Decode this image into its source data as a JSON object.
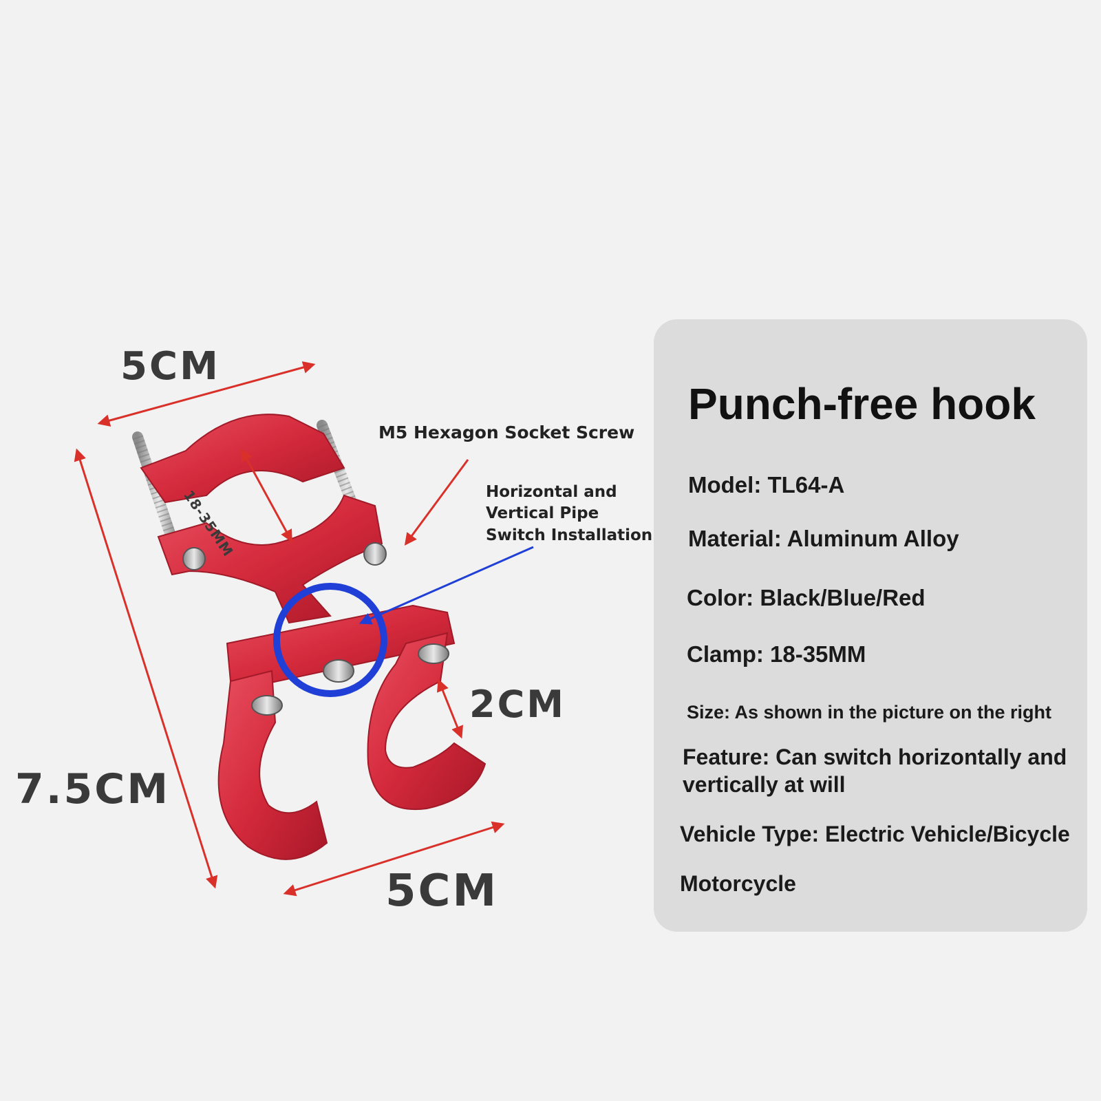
{
  "diagram": {
    "dimensions": {
      "top_width": "5CM",
      "bottom_width": "5CM",
      "height": "7.5CM",
      "hook_gap": "2CM",
      "clamp_range": "18-35MM"
    },
    "callouts": {
      "screw": "M5 Hexagon Socket Screw",
      "switch_line1": "Horizontal and",
      "switch_line2": "Vertical Pipe",
      "switch_line3": "Switch Installation"
    },
    "colors": {
      "product": "#d42a3c",
      "dimension_arrow": "#d9302a",
      "highlight_circle": "#1f3fd6"
    }
  },
  "spec_card": {
    "title": "Punch-free hook",
    "lines": [
      "Model: TL64-A",
      "Material: Aluminum Alloy",
      "Color: Black/Blue/Red",
      "Clamp: 18-35MM",
      "Size: As shown in the picture on the right",
      "Feature: Can switch horizontally and",
      "vertically at will",
      "Vehicle Type: Electric Vehicle/Bicycle",
      "Motorcycle"
    ]
  }
}
